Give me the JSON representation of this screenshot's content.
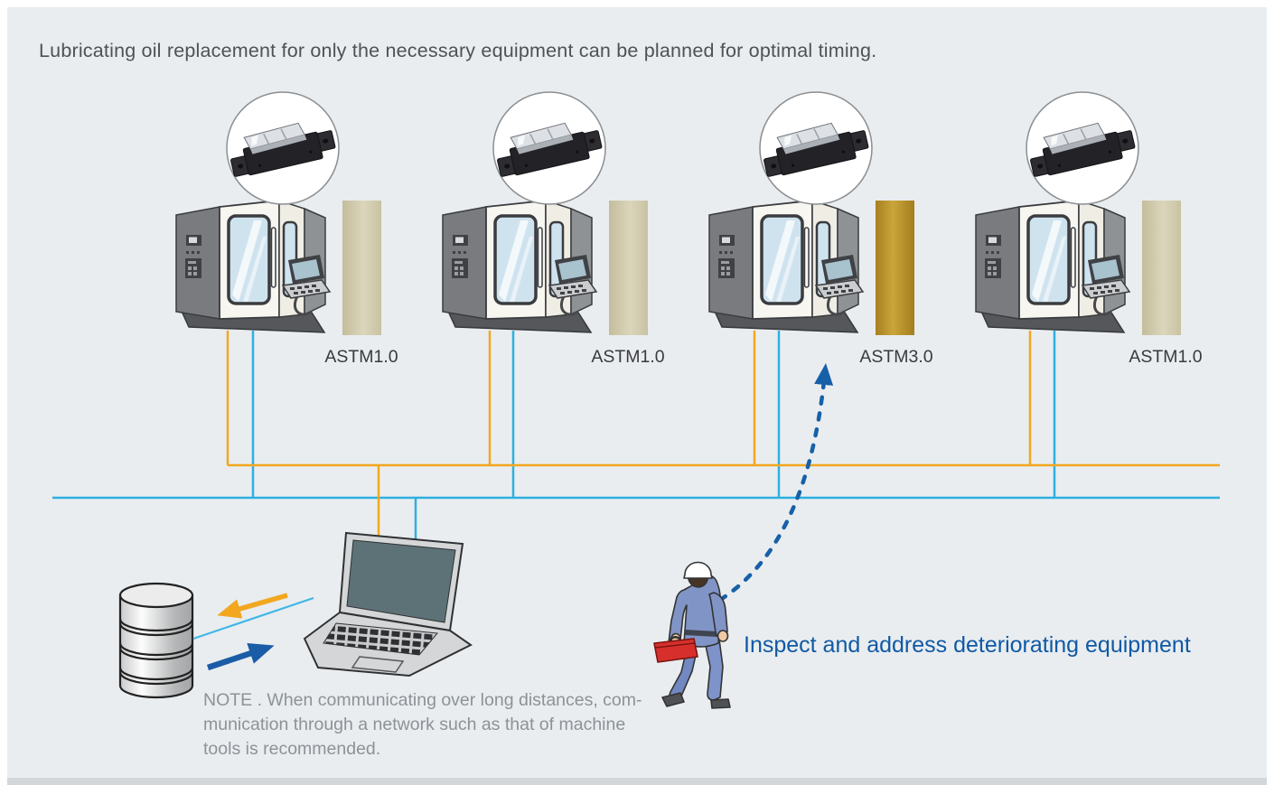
{
  "page": {
    "title": "Lubricating oil replacement for only the necessary equipment can be planned for optimal timing.",
    "background_color": "#e9edf0"
  },
  "machines": [
    {
      "name": "Machine tool 1",
      "sensor": "oil condition sensor",
      "oil_level_label": "ASTM1.0",
      "oil_status": "normal"
    },
    {
      "name": "Machine tool 2",
      "sensor": "oil condition sensor",
      "oil_level_label": "ASTM1.0",
      "oil_status": "normal"
    },
    {
      "name": "Machine tool 3",
      "sensor": "oil condition sensor",
      "oil_level_label": "ASTM3.0",
      "oil_status": "deteriorated"
    },
    {
      "name": "Machine tool 4",
      "sensor": "oil condition sensor",
      "oil_level_label": "ASTM1.0",
      "oil_status": "normal"
    }
  ],
  "network": {
    "sensor_bus_color": "#F2A71F",
    "machine_bus_color": "#2FAFE0",
    "monitoring_station": "laptop",
    "storage": "database",
    "db_upload_arrow_color": "#F2A71F",
    "db_download_arrow_color": "#1B5CA6"
  },
  "annotations": {
    "inspect_label": "Inspect and address deteriorating equipment",
    "inspect_label_color": "#1059A4",
    "inspection_arrow_color": "#1660A8",
    "inspection_target": "ASTM3.0",
    "note_lines": [
      "NOTE . When communicating over long distances, com-",
      "munication through a network such as that of machine",
      "tools is recommended."
    ]
  },
  "colors": {
    "oil_normal": "#CFC9A9",
    "oil_deteriorated": "#B98E2B",
    "title_text": "#4E5254",
    "note_text": "#8D9296"
  }
}
